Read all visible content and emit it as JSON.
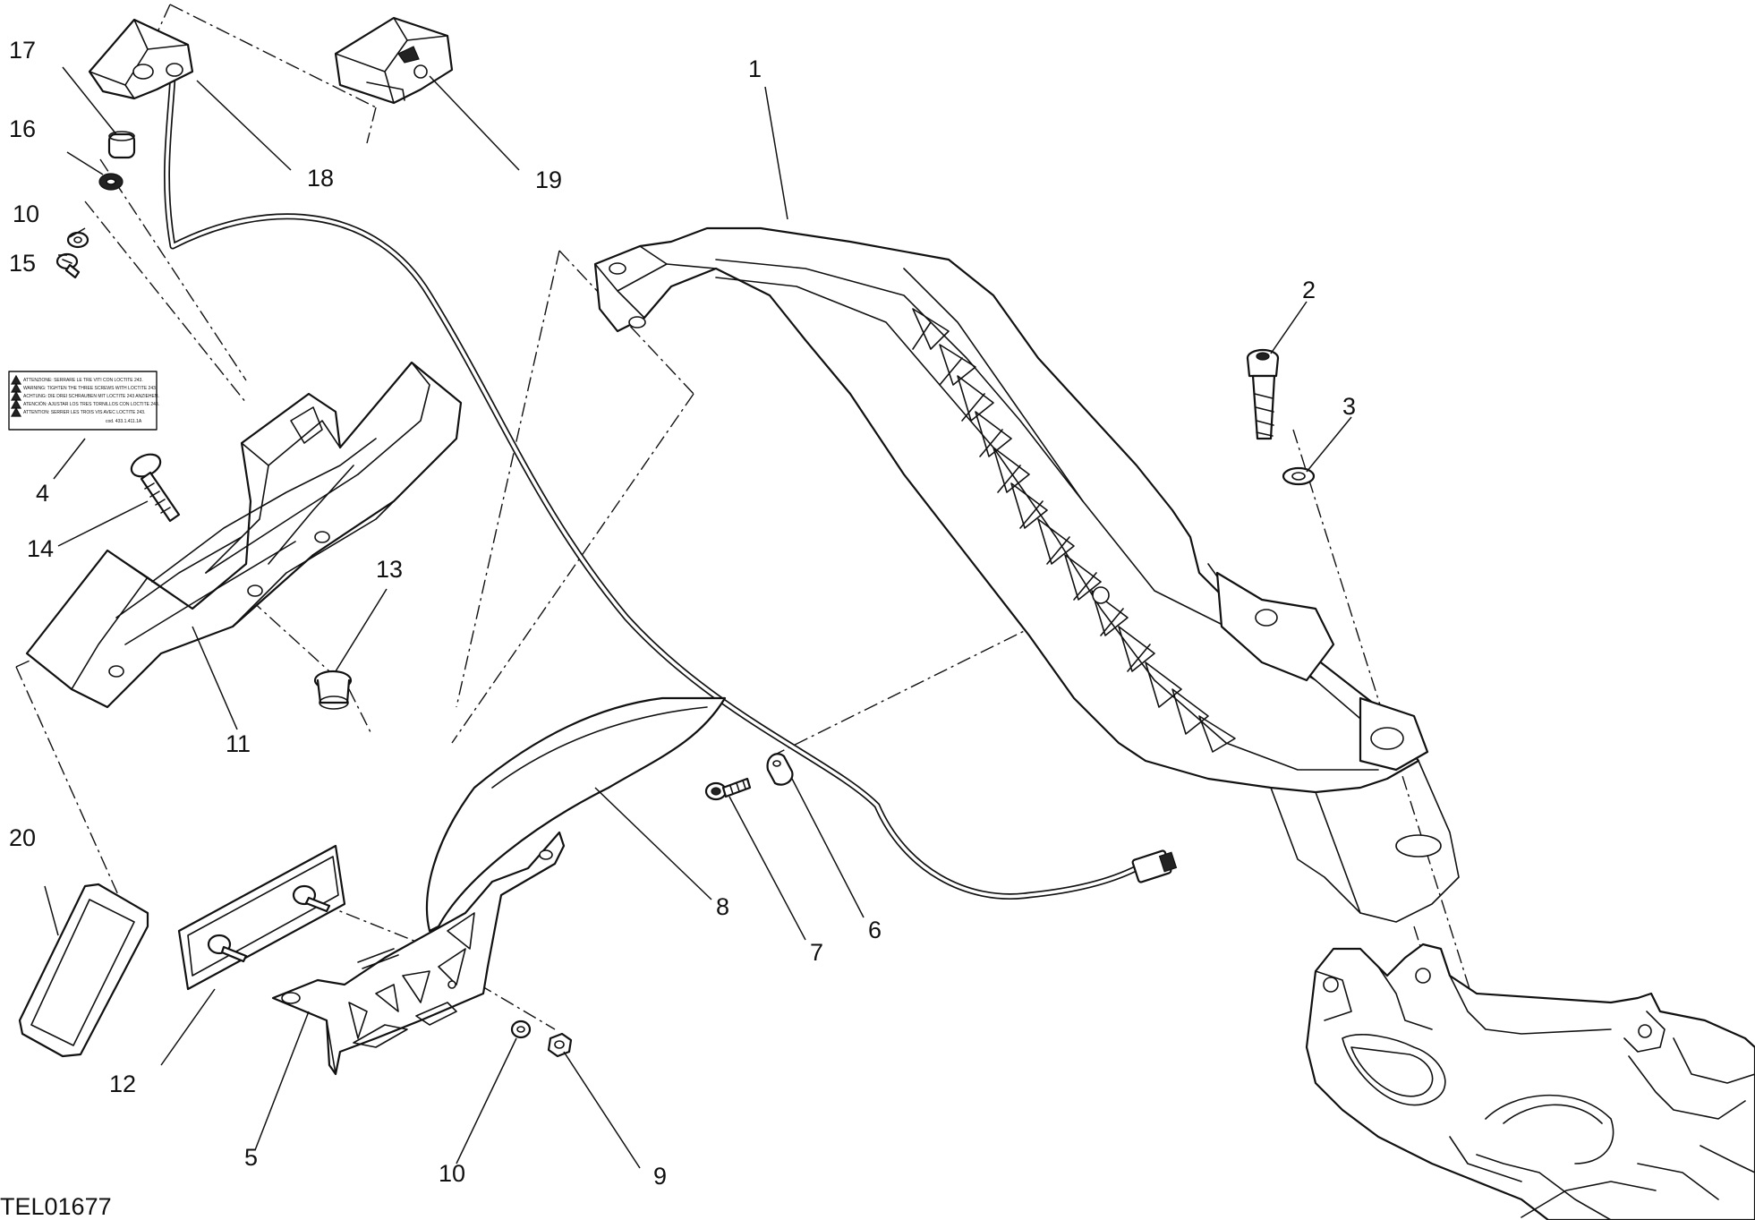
{
  "drawing_code": "TEL01677",
  "sticker_lines": [
    "ATTENZIONE: SERRARE LE TRE VITI CON LOCTITE 243.",
    "WARNING: TIGHTEN THE THREE SCREWS WITH LOCTITE 243.",
    "ACHTUNG: DIE DREI SCHRAUBEN MIT LOCTITE 243 ANZIEHEN.",
    "ATENCIÓN: AJUSTAR LOS TRES TORNILLOS CON LOCTITE 243.",
    "ATTENTION: SERRER LES TROIS VIS AVEC LOCTITE 243.",
    "cod. 433.1.411.1A"
  ],
  "callouts": {
    "c1": "1",
    "c2": "2",
    "c3": "3",
    "c4": "4",
    "c5": "5",
    "c6": "6",
    "c7": "7",
    "c8": "8",
    "c9": "9",
    "c10a": "10",
    "c10b": "10",
    "c11": "11",
    "c12": "12",
    "c13": "13",
    "c14": "14",
    "c15": "15",
    "c16": "16",
    "c17": "17",
    "c18": "18",
    "c19": "19",
    "c20": "20"
  }
}
